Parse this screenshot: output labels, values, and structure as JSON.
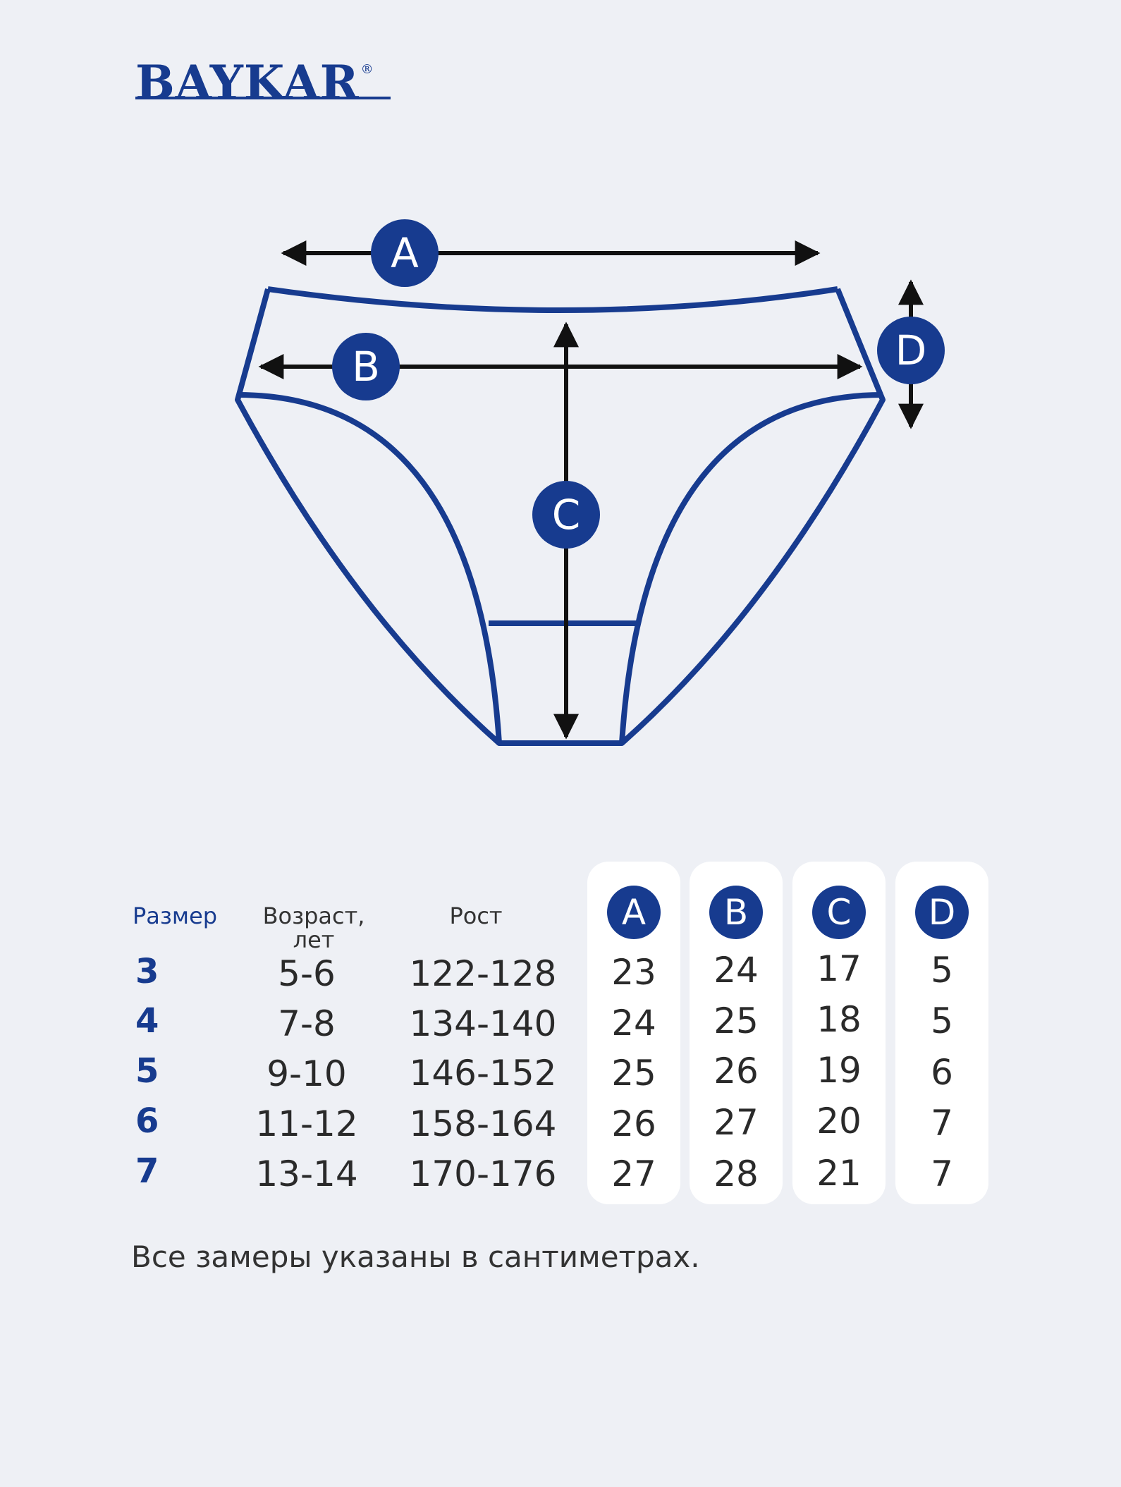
{
  "brand": {
    "name": "BAYKAR",
    "mark": "®"
  },
  "diagram": {
    "labels": {
      "a": "A",
      "b": "B",
      "c": "C",
      "d": "D"
    },
    "colors": {
      "outline": "#173b8f",
      "arrow": "#111111",
      "badge": "#173b8f"
    }
  },
  "table": {
    "headers": {
      "size": "Размер",
      "age": "Возраст, лет",
      "height": "Рост"
    },
    "columns": [
      "A",
      "B",
      "C",
      "D"
    ],
    "rows": [
      {
        "size": "3",
        "age": "5-6",
        "height": "122-128",
        "a": "23",
        "b": "24",
        "c": "17",
        "d": "5"
      },
      {
        "size": "4",
        "age": "7-8",
        "height": "134-140",
        "a": "24",
        "b": "25",
        "c": "18",
        "d": "5"
      },
      {
        "size": "5",
        "age": "9-10",
        "height": "146-152",
        "a": "25",
        "b": "26",
        "c": "19",
        "d": "6"
      },
      {
        "size": "6",
        "age": "11-12",
        "height": "158-164",
        "a": "26",
        "b": "27",
        "c": "20",
        "d": "7"
      },
      {
        "size": "7",
        "age": "13-14",
        "height": "170-176",
        "a": "27",
        "b": "28",
        "c": "21",
        "d": "7"
      }
    ]
  },
  "note": "Все замеры указаны в сантиметрах."
}
